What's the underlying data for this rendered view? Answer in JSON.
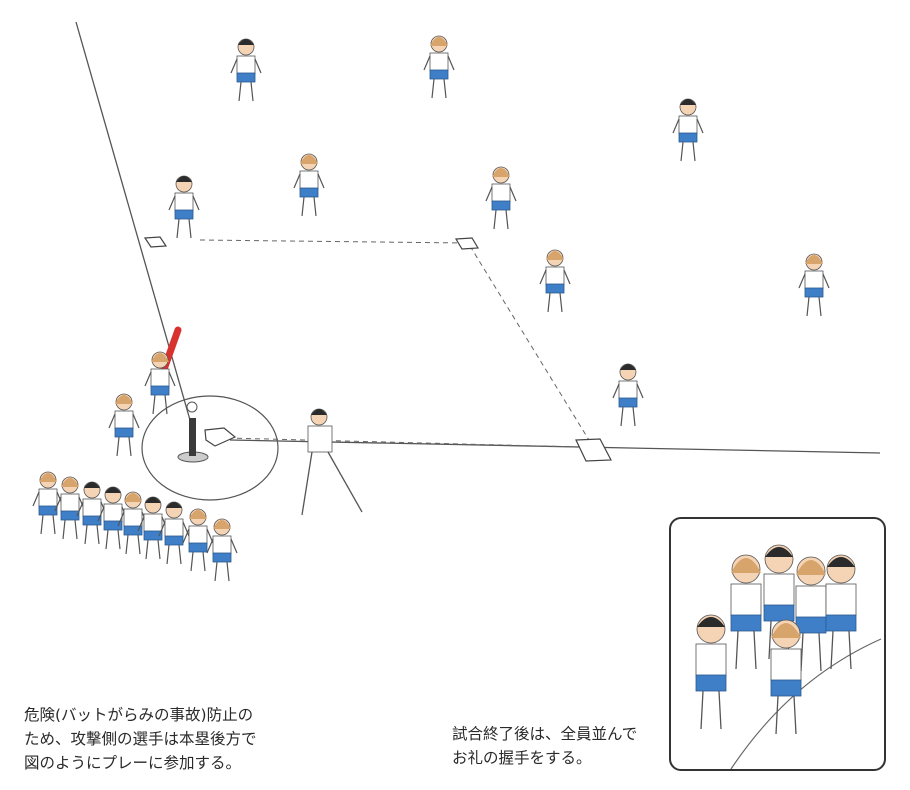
{
  "captions": {
    "left_line1": "危険(バットがらみの事故)防止の",
    "left_line2": "ため、攻撃側の選手は本塁後方で",
    "left_line3": "図のようにプレーに参加する。",
    "right_line1": "試合終了後は、全員並んで",
    "right_line2": "お礼の握手をする。"
  },
  "colors": {
    "shorts": "#3f7fc7",
    "skin": "#f5d3b5",
    "hair_dark": "#2b2b2b",
    "hair_light": "#d7a56b",
    "bat": "#d8322f",
    "line": "#555555"
  }
}
